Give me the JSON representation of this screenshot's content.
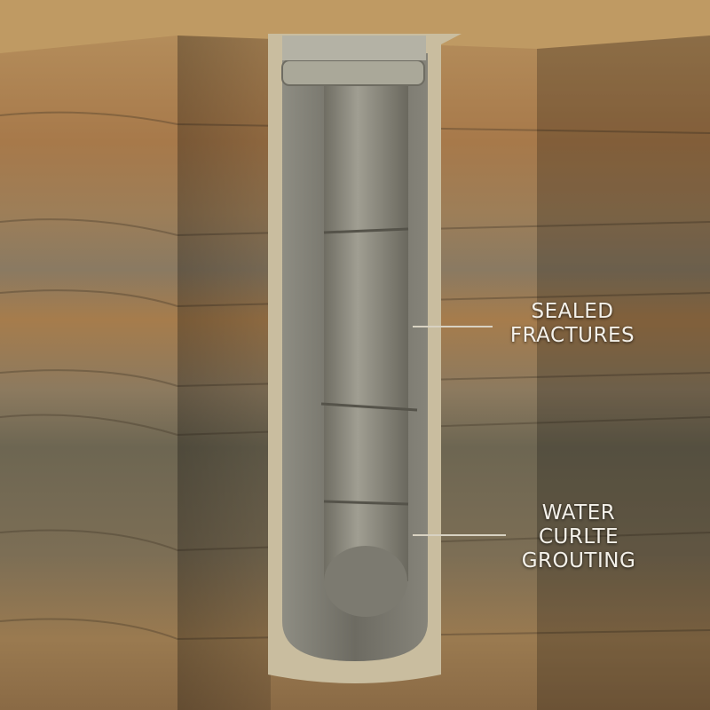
{
  "labels": {
    "sealed_fractures": [
      "SEALED",
      "FRACTURES"
    ],
    "grouting": [
      "WATER",
      "CURLTE",
      "GROUTING"
    ]
  },
  "colors": {
    "soil_light": "#b48a55",
    "soil_dark": "#5e5440",
    "grout": "#c9bd9f",
    "pipe": "#8e8c80",
    "label_text": "#f4f1ea"
  }
}
